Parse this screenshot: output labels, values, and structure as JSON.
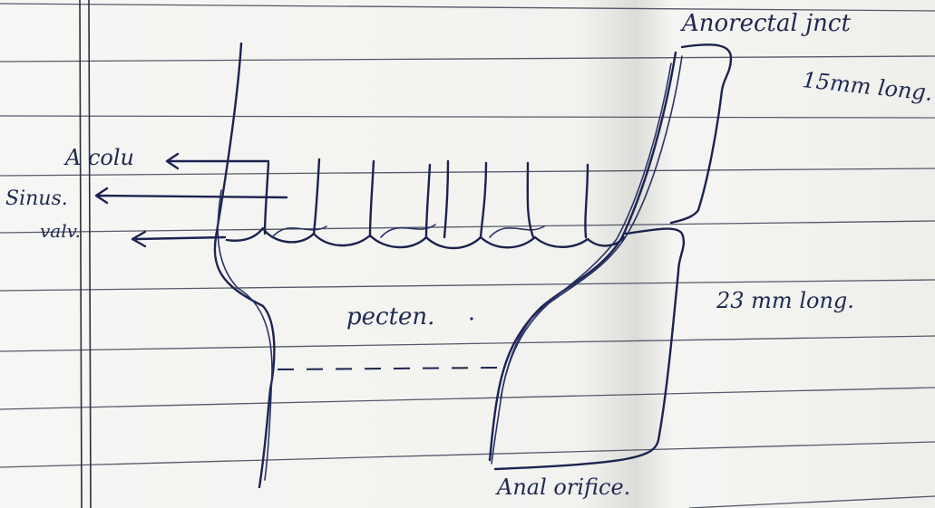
{
  "labels": {
    "anorectal_junction": "Anorectal jnct",
    "length_15": "15mm long.",
    "anal_column": "A colu",
    "sinus": "Sinus.",
    "valve": "valv.",
    "pecten": "pecten.",
    "length_23": "23 mm long.",
    "anal_orifice": "Anal orifice."
  },
  "colors": {
    "paper": "#f4f4f2",
    "ink": "#1c2350",
    "rule": "#3a3f52"
  }
}
